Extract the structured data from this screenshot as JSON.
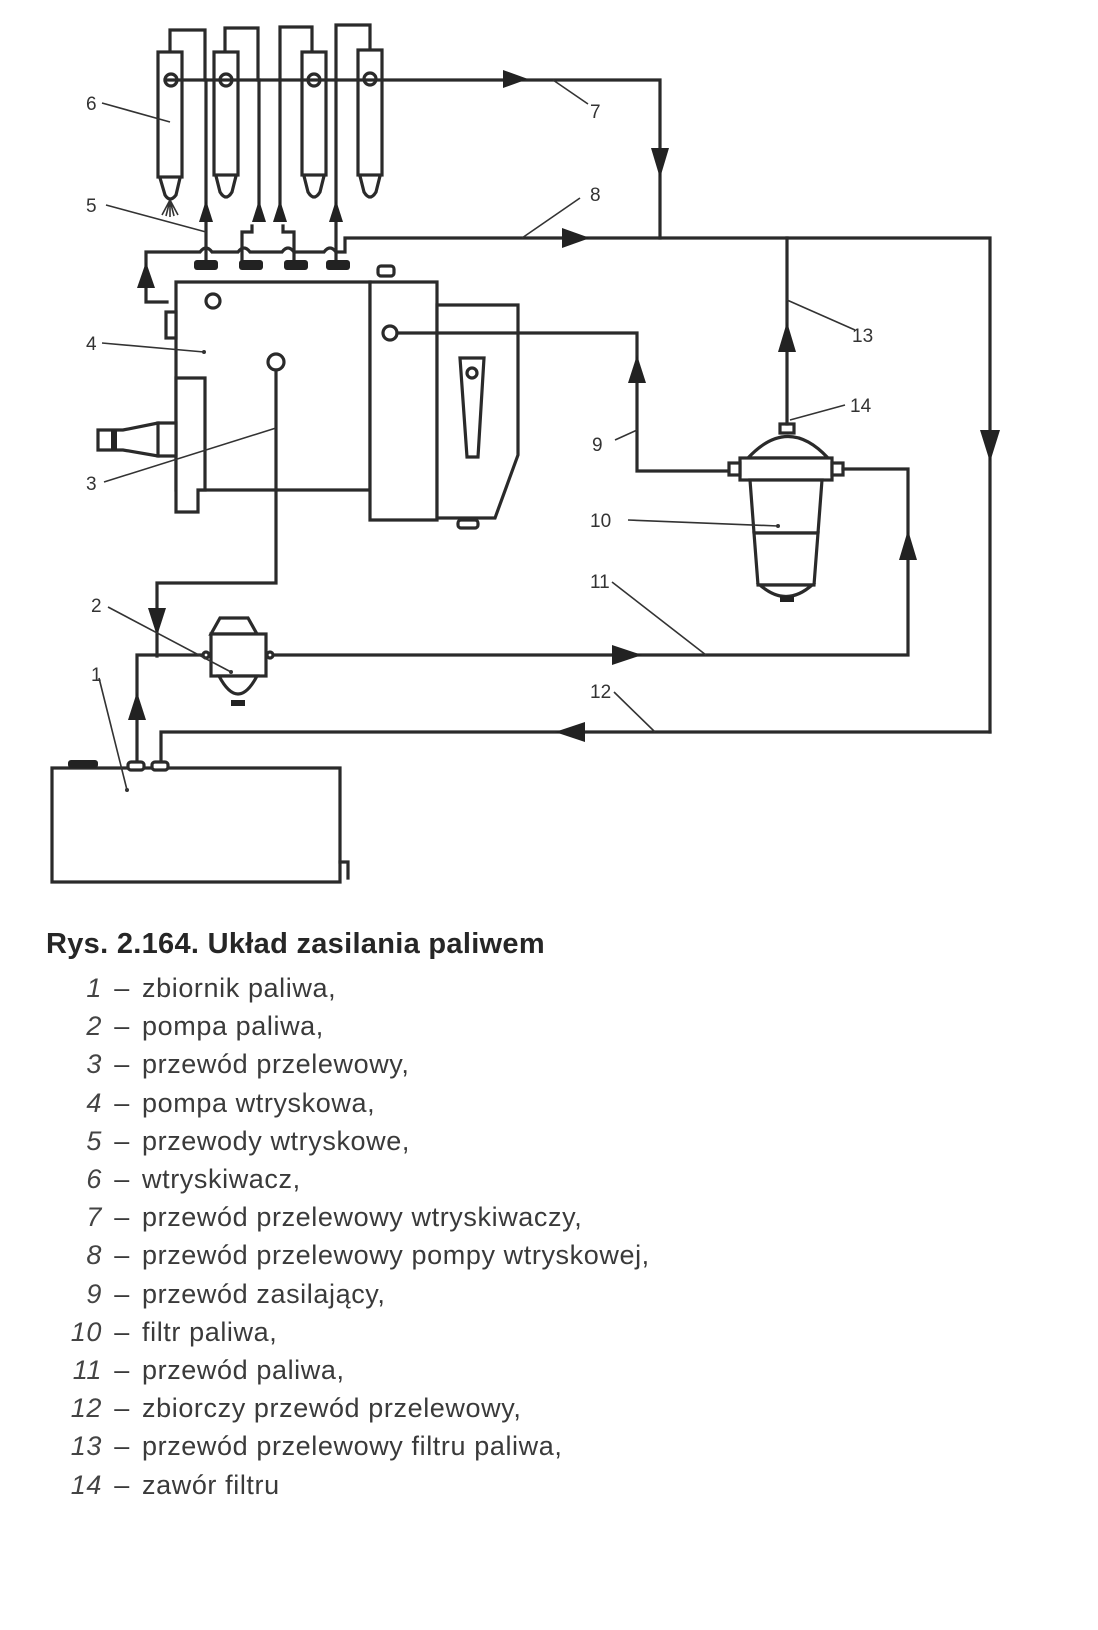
{
  "figure": {
    "number": "Rys. 2.164.",
    "title": "Układ zasilania paliwem"
  },
  "callouts": [
    {
      "id": "1",
      "label": "1"
    },
    {
      "id": "2",
      "label": "2"
    },
    {
      "id": "3",
      "label": "3"
    },
    {
      "id": "4",
      "label": "4"
    },
    {
      "id": "5",
      "label": "5"
    },
    {
      "id": "6",
      "label": "6"
    },
    {
      "id": "7",
      "label": "7"
    },
    {
      "id": "8",
      "label": "8"
    },
    {
      "id": "9",
      "label": "9"
    },
    {
      "id": "10",
      "label": "10"
    },
    {
      "id": "11",
      "label": "11"
    },
    {
      "id": "12",
      "label": "12"
    },
    {
      "id": "13",
      "label": "13"
    },
    {
      "id": "14",
      "label": "14"
    }
  ],
  "legend": [
    {
      "num": "1",
      "dash": "–",
      "text": "zbiornik paliwa,"
    },
    {
      "num": "2",
      "dash": "–",
      "text": "pompa paliwa,"
    },
    {
      "num": "3",
      "dash": "–",
      "text": "przewód przelewowy,"
    },
    {
      "num": "4",
      "dash": "–",
      "text": "pompa wtryskowa,"
    },
    {
      "num": "5",
      "dash": "–",
      "text": "przewody wtryskowe,"
    },
    {
      "num": "6",
      "dash": "–",
      "text": "wtryskiwacz,"
    },
    {
      "num": "7",
      "dash": "–",
      "text": "przewód przelewowy wtryskiwaczy,"
    },
    {
      "num": "8",
      "dash": "–",
      "text": "przewód przelewowy pompy wtryskowej,"
    },
    {
      "num": "9",
      "dash": "–",
      "text": "przewód zasilający,"
    },
    {
      "num": "10",
      "dash": "–",
      "text": "filtr paliwa,"
    },
    {
      "num": "11",
      "dash": "–",
      "text": "przewód paliwa,"
    },
    {
      "num": "12",
      "dash": "–",
      "text": "zbiorczy przewód przelewowy,"
    },
    {
      "num": "13",
      "dash": "–",
      "text": "przewód przelewowy filtru paliwa,"
    },
    {
      "num": "14",
      "dash": "–",
      "text": "zawór filtru"
    }
  ],
  "components": {
    "injectors_count": 4,
    "line_color": "#2a2a2a",
    "background": "#ffffff"
  }
}
